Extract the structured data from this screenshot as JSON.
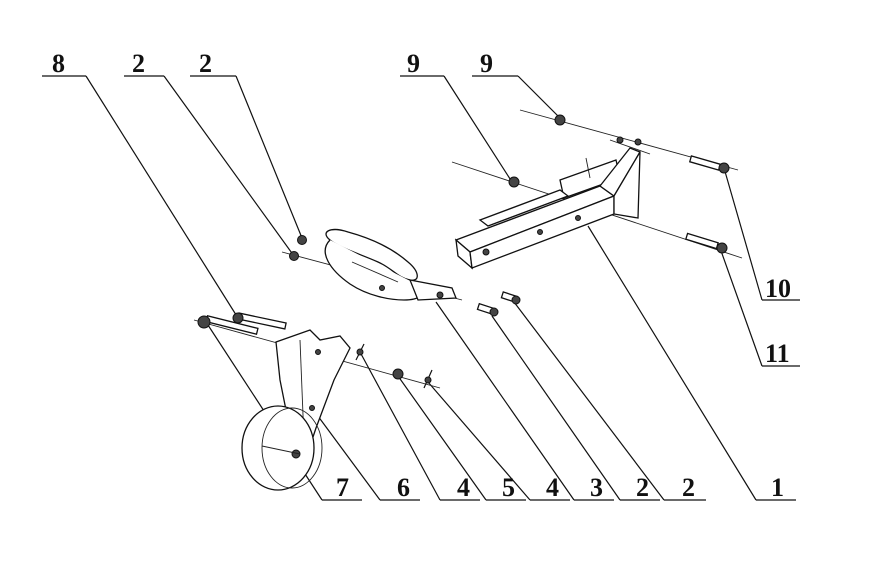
{
  "callouts": {
    "top": [
      "8",
      "2",
      "2",
      "9",
      "9"
    ],
    "right": [
      "10",
      "11"
    ],
    "bottom": [
      "7",
      "6",
      "4",
      "5",
      "4",
      "3",
      "2",
      "2",
      "1"
    ]
  }
}
